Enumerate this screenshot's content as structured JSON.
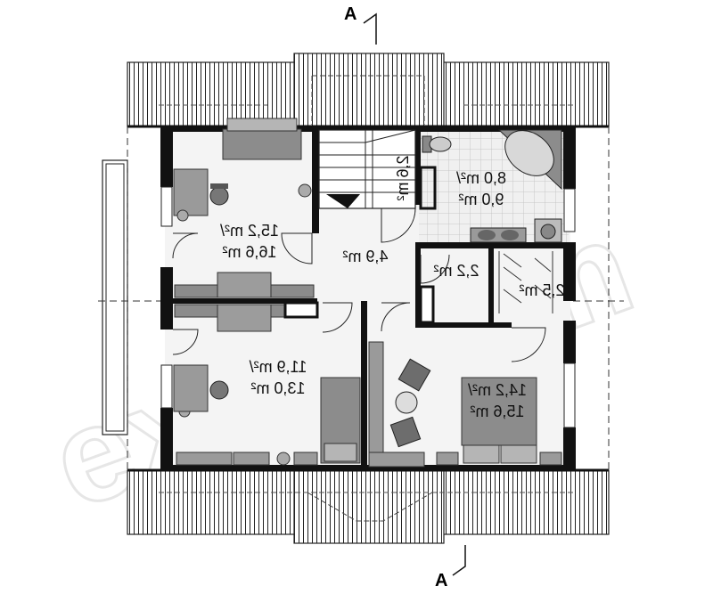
{
  "section_marks": {
    "top": "A",
    "bottom": "A"
  },
  "watermark": "extradom",
  "rooms": {
    "bedroom_top_left": {
      "area1": "15,2 m²/",
      "area2": "16,6 m²"
    },
    "bathroom": {
      "area1": "8,0 m²/",
      "area2": "9,0 m²"
    },
    "stair_hall": {
      "area1": "2,6 m²"
    },
    "hall": {
      "area1": "4,9 m²"
    },
    "closet_small": {
      "area1": "2,2 m²"
    },
    "wardrobe": {
      "area1": "2,5 m²"
    },
    "bedroom_bottom_left": {
      "area1": "11,9 m²/",
      "area2": "13,0 m²"
    },
    "bedroom_bottom_right": {
      "area1": "14,2 m²/",
      "area2": "15,6 m²"
    }
  },
  "colors": {
    "wall": "#111111",
    "floor": "#f4f4f4",
    "furniture": "#8c8c8c",
    "tile_line": "#c8c8c8",
    "roof_line": "#222222"
  }
}
